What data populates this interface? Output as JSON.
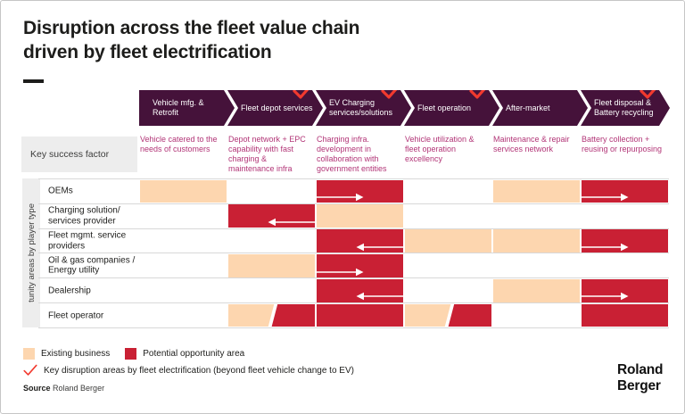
{
  "title": {
    "line1": "Disruption across the fleet value chain",
    "line2": "driven by fleet electrification"
  },
  "value_chain": {
    "key_success_factor_label": "Key success factor",
    "stages": [
      {
        "label": "Vehicle mfg. & Retrofit",
        "disrupted": false,
        "key_success_factor": "Vehicle catered to the needs of customers"
      },
      {
        "label": "Fleet depot services",
        "disrupted": true,
        "key_success_factor": "Depot network + EPC capability with fast charging & maintenance infra"
      },
      {
        "label": "EV Charging services/solutions",
        "disrupted": true,
        "key_success_factor": "Charging infra. development in collaboration with government entities"
      },
      {
        "label": "Fleet operation",
        "disrupted": true,
        "key_success_factor": "Vehicle utilization & fleet operation excellency"
      },
      {
        "label": "After-market",
        "disrupted": false,
        "key_success_factor": "Maintenance & repair services network"
      },
      {
        "label": "Fleet disposal & Battery recycling",
        "disrupted": true,
        "key_success_factor": "Battery collection + reusing or repurposing"
      }
    ]
  },
  "matrix": {
    "axis_label": "tunity areas by player type",
    "rows": [
      {
        "label": "OEMs",
        "cells": [
          {
            "type": "existing"
          },
          {
            "type": "none"
          },
          {
            "type": "opportunity",
            "arrow": "right"
          },
          {
            "type": "none"
          },
          {
            "type": "existing"
          },
          {
            "type": "opportunity",
            "arrow": "right"
          }
        ]
      },
      {
        "label": "Charging solution/ services provider",
        "cells": [
          {
            "type": "none"
          },
          {
            "type": "opportunity",
            "arrow": "left"
          },
          {
            "type": "existing"
          },
          {
            "type": "none"
          },
          {
            "type": "none"
          },
          {
            "type": "none"
          }
        ]
      },
      {
        "label": "Fleet mgmt. service providers",
        "cells": [
          {
            "type": "none"
          },
          {
            "type": "none"
          },
          {
            "type": "opportunity",
            "arrow": "left"
          },
          {
            "type": "existing"
          },
          {
            "type": "existing"
          },
          {
            "type": "opportunity",
            "arrow": "right"
          }
        ]
      },
      {
        "label": "Oil & gas companies / Energy utility",
        "cells": [
          {
            "type": "none"
          },
          {
            "type": "existing"
          },
          {
            "type": "opportunity",
            "arrow": "right"
          },
          {
            "type": "none"
          },
          {
            "type": "none"
          },
          {
            "type": "none"
          }
        ]
      },
      {
        "label": "Dealership",
        "cells": [
          {
            "type": "none"
          },
          {
            "type": "none"
          },
          {
            "type": "opportunity",
            "arrow": "left"
          },
          {
            "type": "none"
          },
          {
            "type": "existing"
          },
          {
            "type": "opportunity",
            "arrow": "right"
          }
        ]
      },
      {
        "label": "Fleet operator",
        "cells": [
          {
            "type": "none"
          },
          {
            "type": "split"
          },
          {
            "type": "opportunity"
          },
          {
            "type": "split"
          },
          {
            "type": "none"
          },
          {
            "type": "opportunity"
          }
        ]
      }
    ]
  },
  "legend": {
    "existing_label": "Existing business",
    "opportunity_label": "Potential opportunity area",
    "check_note": "Key disruption areas by fleet electrification (beyond fleet vehicle change to EV)"
  },
  "source": {
    "prefix": "Source",
    "text": "Roland Berger"
  },
  "logo": {
    "line1": "Roland",
    "line2": "Berger"
  },
  "colors": {
    "existing": "#fdd6af",
    "opportunity": "#c92034",
    "stage_banner": "#45123a",
    "check": "#f2392e",
    "factor_text": "#b23577",
    "line": "#d8d8d8"
  }
}
